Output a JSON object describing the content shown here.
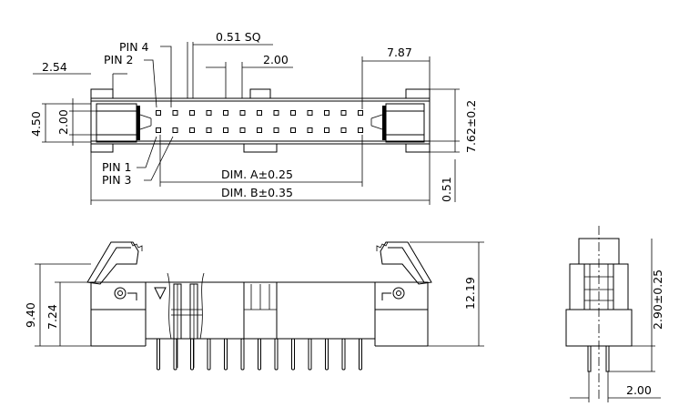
{
  "labels": {
    "pin4": "PIN 4",
    "pin2": "PIN 2",
    "pin1": "PIN 1",
    "pin3": "PIN 3",
    "sq": "0.51 SQ",
    "pitch_top": "2.00",
    "pitch_left": "2.54",
    "dim_787": "7.87",
    "dim_450": "4.50",
    "dim_200_left": "2.00",
    "dim_762": "7.62±0.2",
    "dim_051": "0.51",
    "dim_a": "DIM. A±0.25",
    "dim_b": "DIM. B±0.35",
    "dim_940": "9.40",
    "dim_724": "7.24",
    "dim_1219": "12.19",
    "dim_290": "2.90±0.25",
    "dim_200_side": "2.00"
  },
  "pin_columns": 13
}
